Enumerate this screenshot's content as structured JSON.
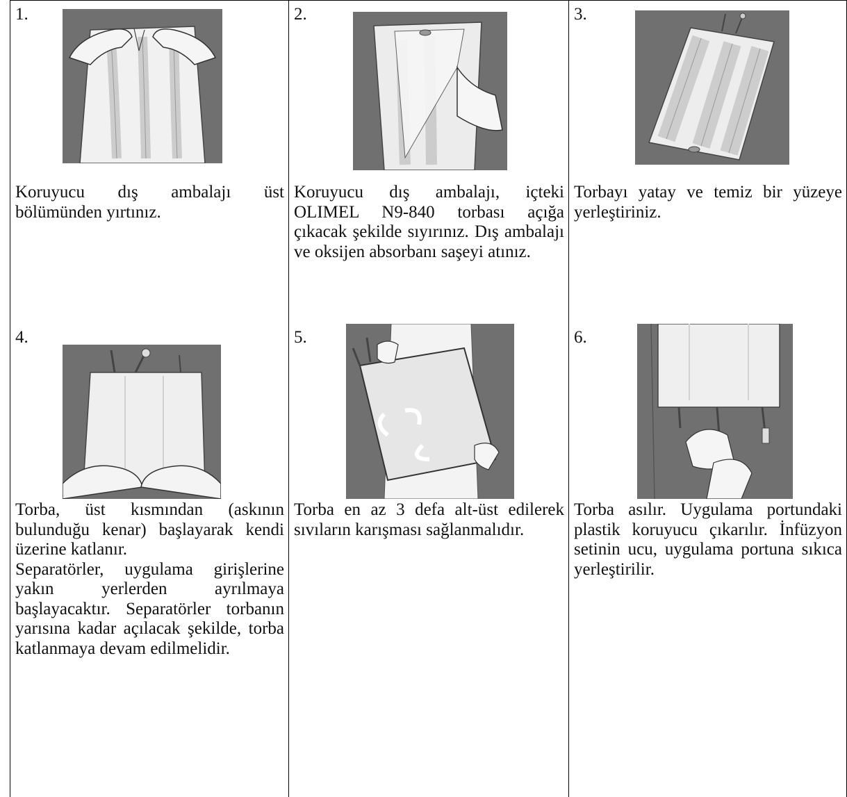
{
  "steps": [
    {
      "number": "1.",
      "illustration": "hands-tearing-overpouch-icon",
      "text": [
        "Koruyucu dış ambalajı üst bölümünden yırtınız."
      ]
    },
    {
      "number": "2.",
      "illustration": "peeling-overpouch-icon",
      "text": [
        "Koruyucu dış ambalajı, içteki OLIMEL N9-840 torbası açığa çıkacak şekilde sıyırınız. Dış ambalajı ve oksijen absorbanı saşeyi atınız."
      ]
    },
    {
      "number": "3.",
      "illustration": "bag-on-flat-surface-icon",
      "text": [
        "Torbayı yatay ve temiz bir yüzeye yerleştiriniz."
      ]
    },
    {
      "number": "4.",
      "illustration": "rolling-bag-icon",
      "text": [
        "Torba, üst kısmından (askının bulunduğu kenar) başlayarak kendi üzerine katlanır.",
        "Separatörler, uygulama girişlerine yakın yerlerden ayrılmaya başlayacaktır. Separatörler torbanın yarısına kadar açılacak şekilde, torba katlanmaya devam edilmelidir."
      ]
    },
    {
      "number": "5.",
      "illustration": "mixing-bag-icon",
      "text": [
        "Torba en az 3 defa alt-üst edilerek sıvıların karışması sağlanmalıdır."
      ]
    },
    {
      "number": "6.",
      "illustration": "hanging-bag-infusion-icon",
      "text": [
        "Torba asılır. Uygulama portundaki plastik koruyucu çıkarılır. İnfüzyon setinin ucu, uygulama portuna sıkıca yerleştirilir."
      ]
    }
  ],
  "colors": {
    "figure_bg": "#6f6f6f",
    "bag": "#e9e9e9",
    "line": "#3a3a3a"
  }
}
